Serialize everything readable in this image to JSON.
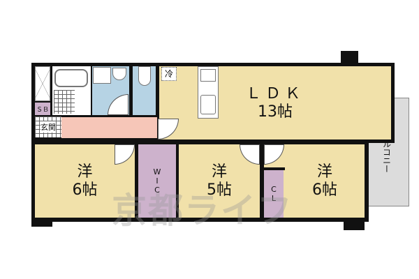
{
  "rooms": {
    "ldk": {
      "name": "ＬＤＫ",
      "size": "13帖"
    },
    "western_left": {
      "name": "洋",
      "size": "6帖"
    },
    "western_middle": {
      "name": "洋",
      "size": "5帖"
    },
    "western_right": {
      "name": "洋",
      "size": "6帖"
    },
    "wic": {
      "label": "WIC"
    },
    "closet": {
      "label": "CL"
    },
    "shoe_box": {
      "label": "ＳＢ"
    },
    "entrance": {
      "label": "玄関"
    },
    "fridge": {
      "label": "冷"
    },
    "balcony": {
      "label": "バルコニー"
    }
  },
  "watermark": "京都ライフ",
  "colors": {
    "living": "#f1e1aa",
    "wet": "#b6d3e4",
    "hall": "#f6c6b8",
    "storage": "#cdb2cc",
    "balcony": "#dcdcdc"
  }
}
